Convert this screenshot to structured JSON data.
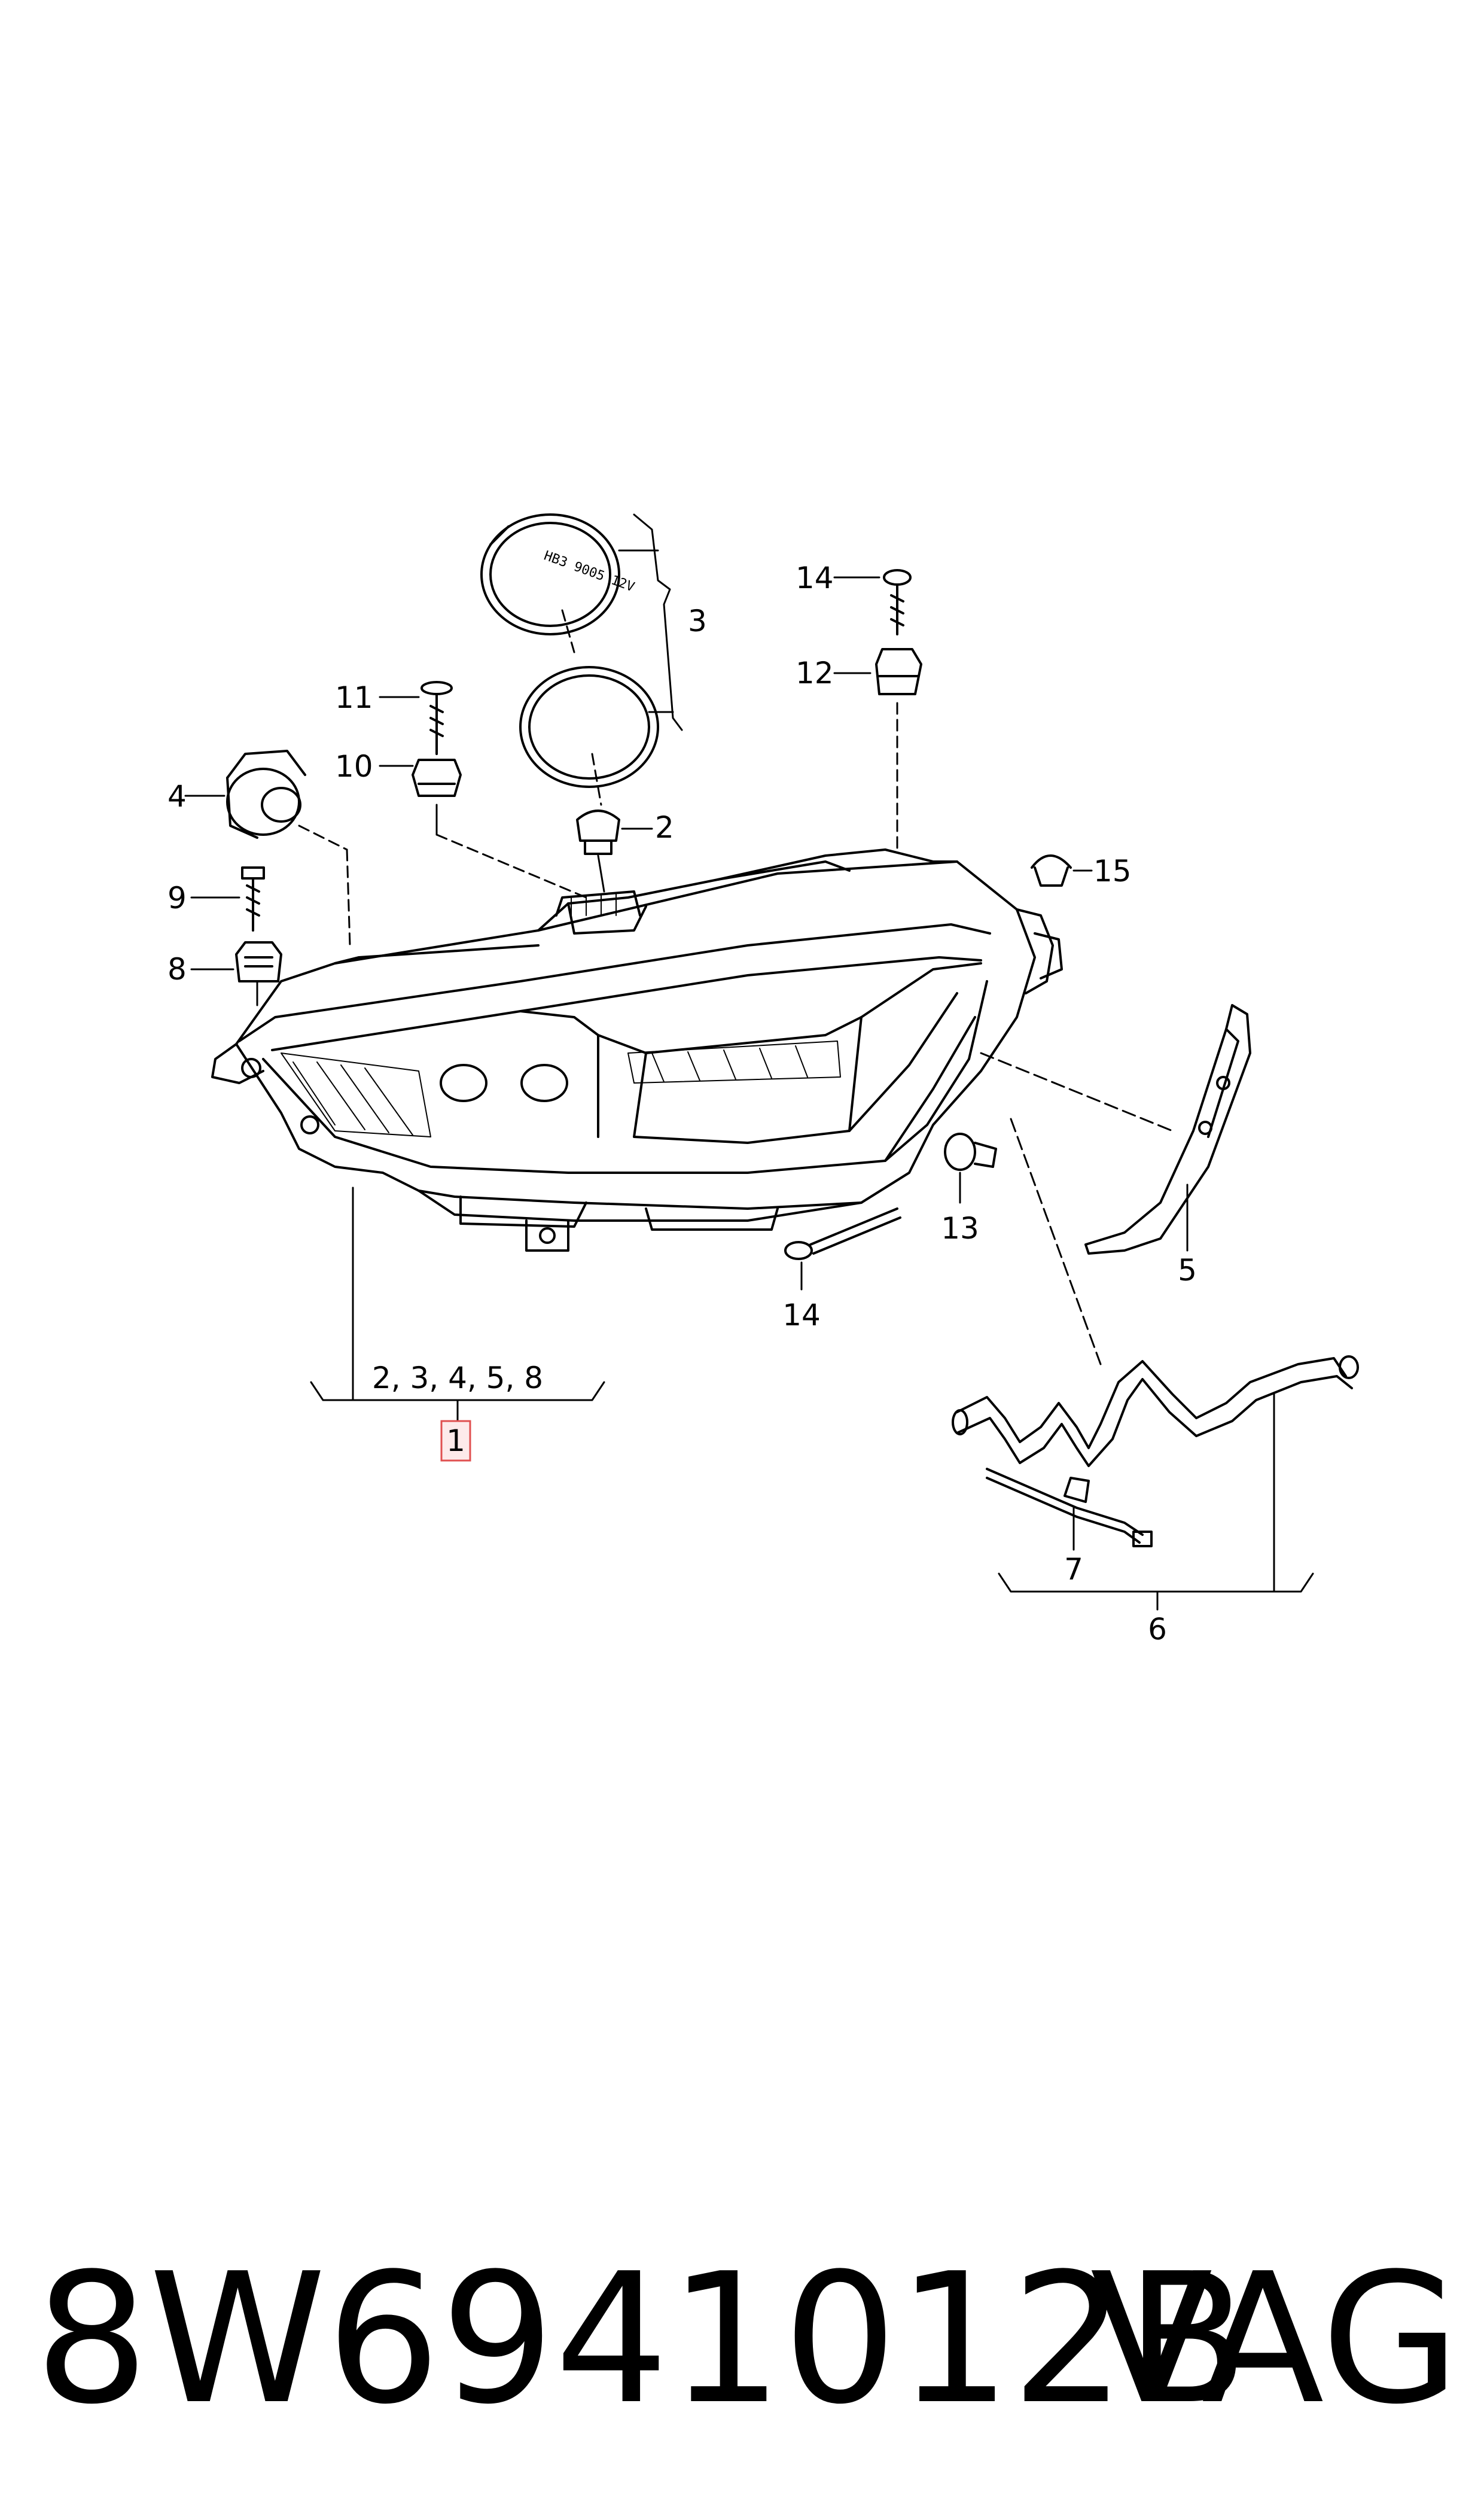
{
  "callouts": {
    "c1": "1",
    "c2": "2",
    "c3": "3",
    "c4": "4",
    "c5": "5",
    "c6": "6",
    "c7": "7",
    "c8": "8",
    "c9": "9",
    "c10": "10",
    "c11": "11",
    "c12": "12",
    "c13": "13",
    "c14_top": "14",
    "c14_bottom": "14",
    "c15": "15",
    "group_1_parts": "2, 3, 4, 5, 8"
  },
  "cap_label": "HB3 9005 12V",
  "footer": {
    "part_number": "8W6941012B",
    "brand": "VAG"
  },
  "colors": {
    "line": "#000000",
    "highlight_box": "#e05050",
    "highlight_fill": "#fdeaea"
  }
}
